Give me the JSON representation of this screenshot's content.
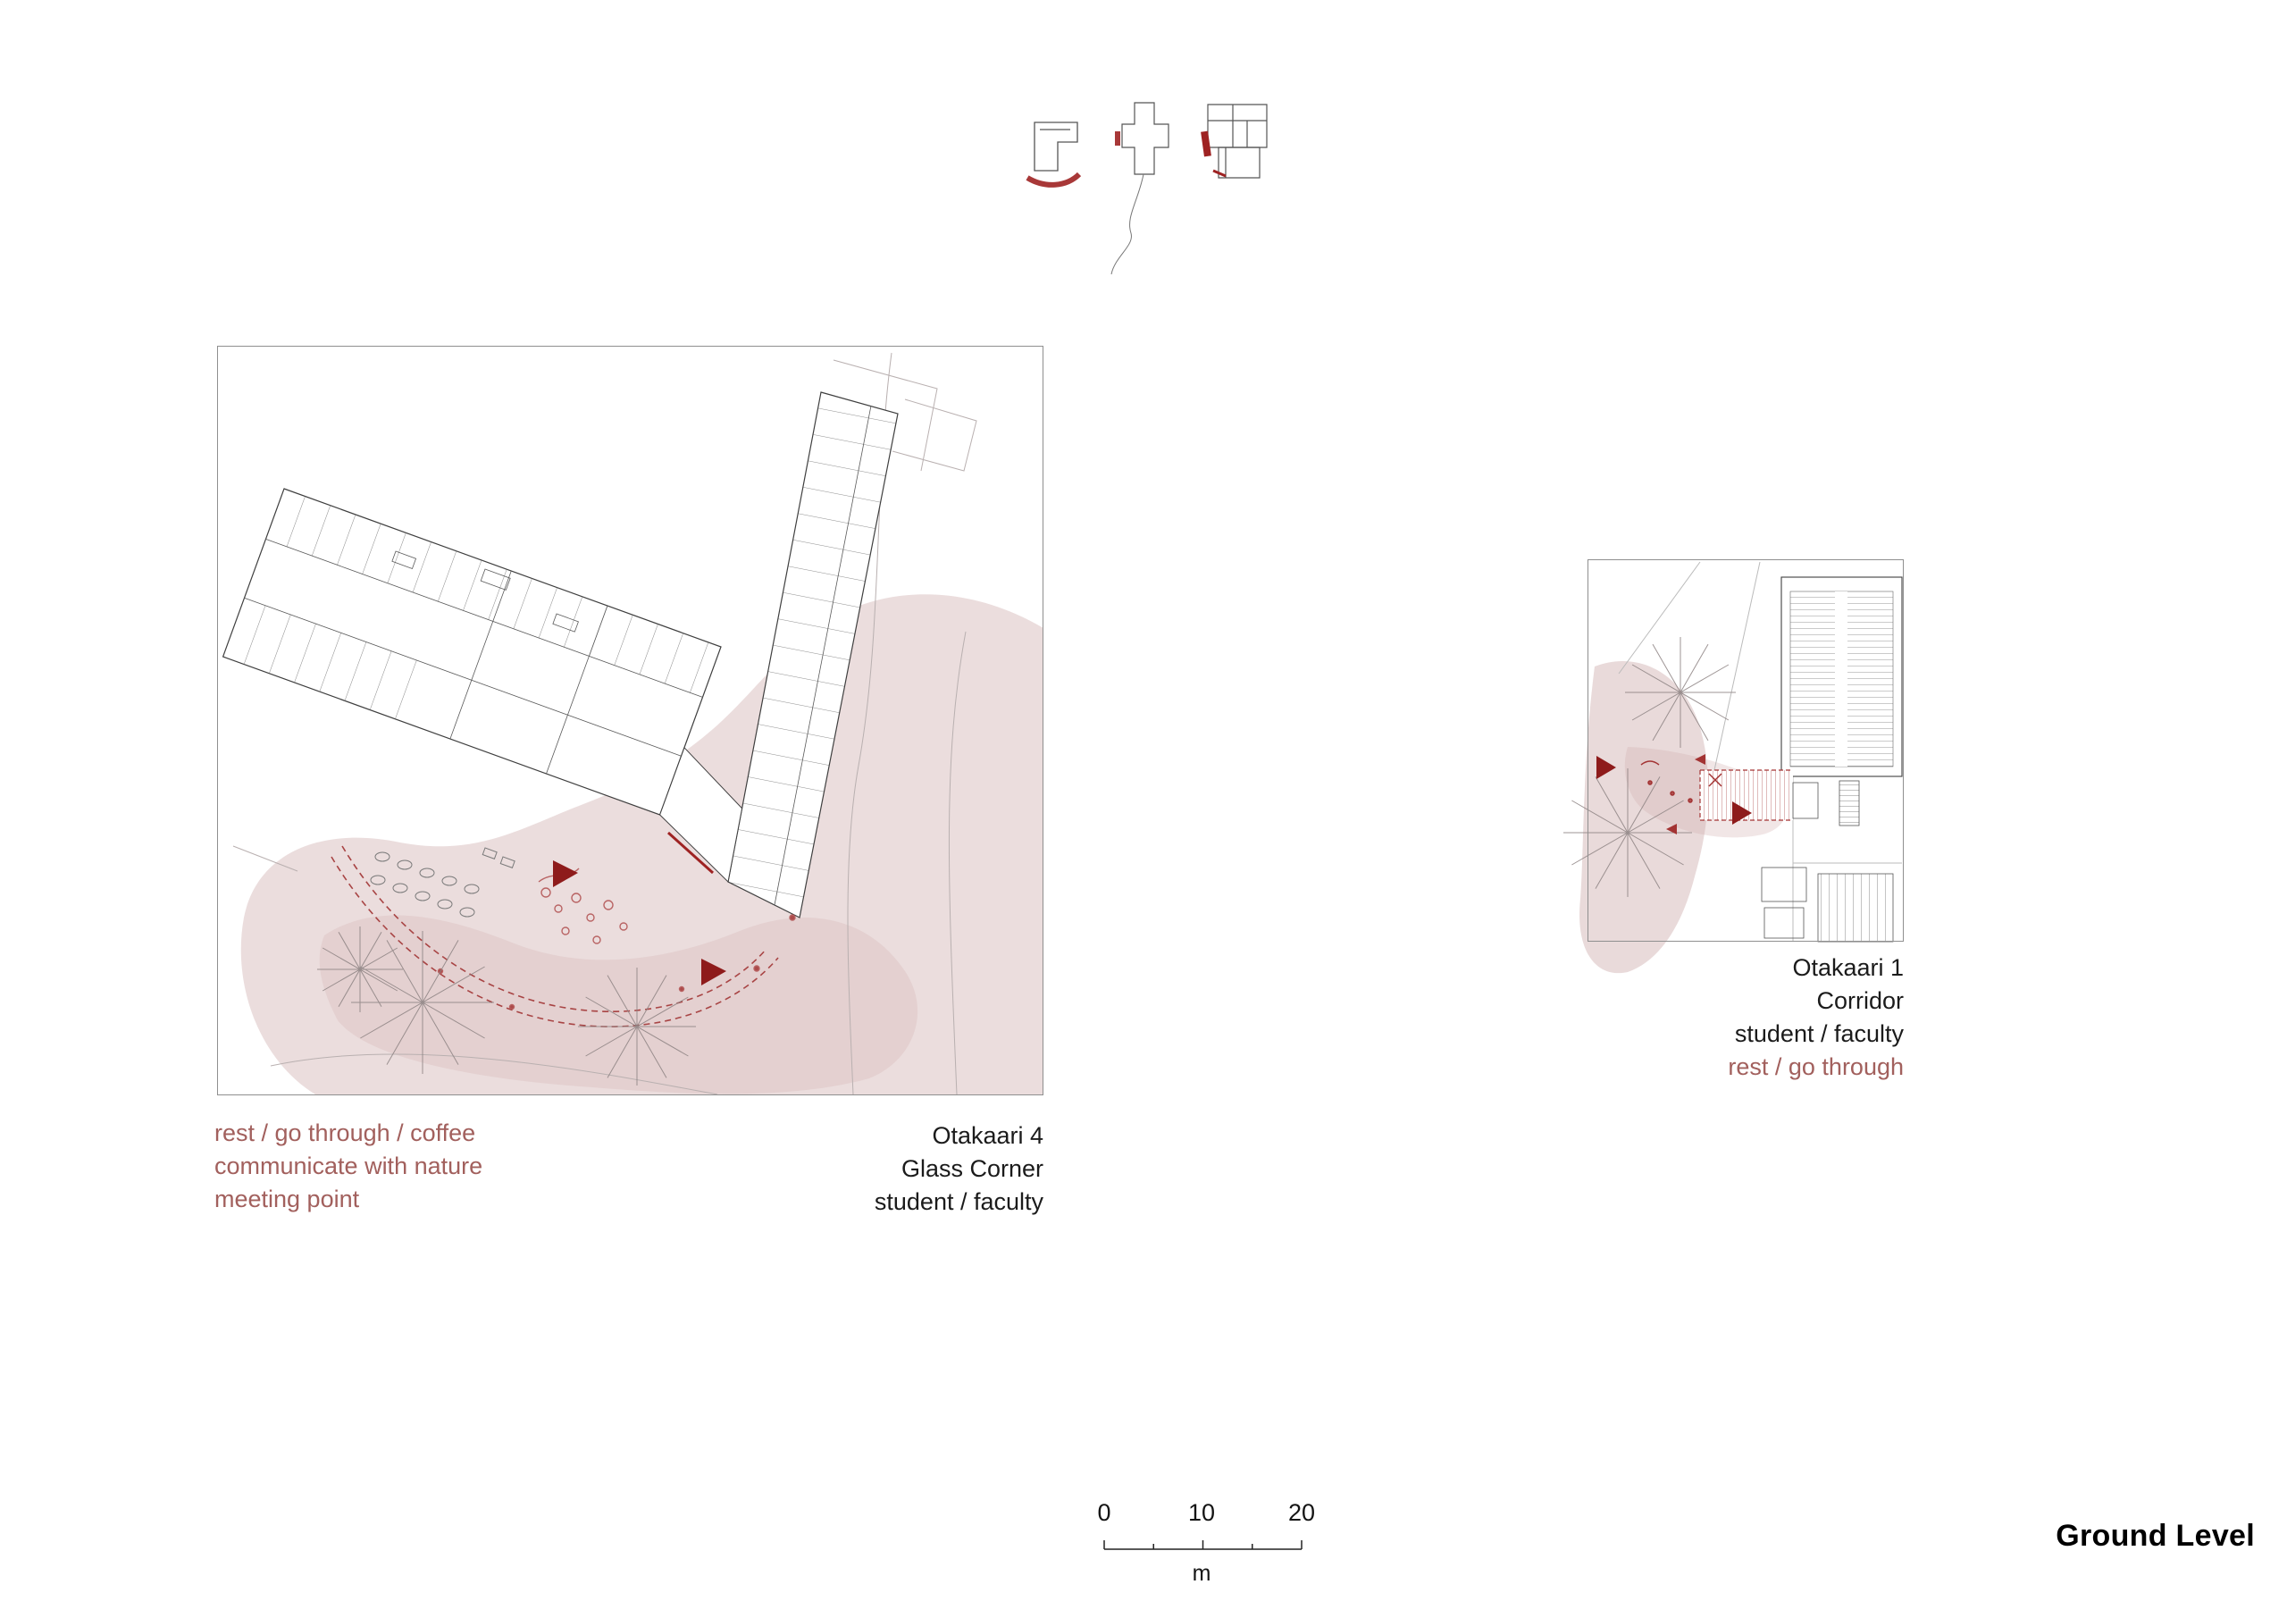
{
  "sheet": {
    "title": "Ground Level"
  },
  "left_panel": {
    "notes": [
      "rest / go through / coffee",
      "communicate with nature",
      "meeting point"
    ],
    "caption": [
      "Otakaari 4",
      "Glass Corner",
      "student / faculty"
    ]
  },
  "right_panel": {
    "caption": [
      "Otakaari 1",
      "Corridor",
      "student / faculty"
    ],
    "notes": [
      "rest / go through"
    ]
  },
  "scale_bar": {
    "labels": [
      "0",
      "10",
      "20"
    ],
    "unit": "m"
  },
  "colors": {
    "accent_red": "#9e2222",
    "note_red": "#a2605d",
    "wash_pink": "#cfadad",
    "plan_line": "#3f3f3f"
  }
}
